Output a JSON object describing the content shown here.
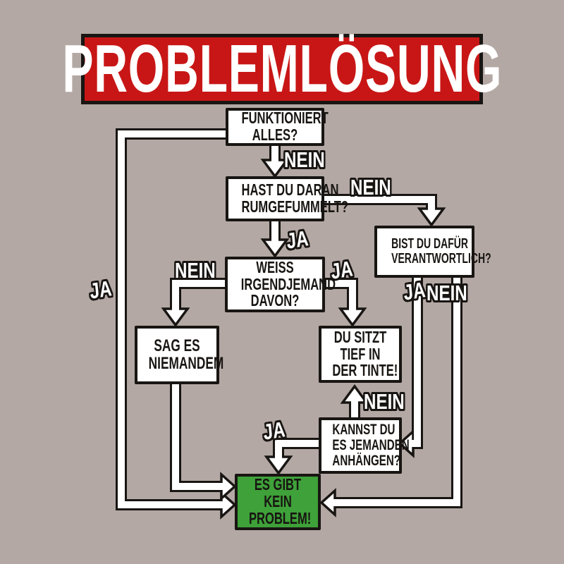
{
  "colors": {
    "background": "#b3a8a4",
    "banner_red": "#c81616",
    "outline_black": "#181512",
    "box_white": "#ffffff",
    "problem_green": "#3ea139",
    "label_text": "#ffffff"
  },
  "banner": {
    "title": "PROBLEMLÖSUNG"
  },
  "nodes": [
    {
      "id": "start",
      "lines": [
        "FUNKTIONIERT",
        "ALLES?"
      ]
    },
    {
      "id": "fumbled",
      "lines": [
        "HAST DU DARAN",
        "RUMGEFUMMELT?"
      ]
    },
    {
      "id": "responsible",
      "lines": [
        "BIST DU DAFÜR",
        "VERANTWORTLICH?"
      ]
    },
    {
      "id": "knows",
      "lines": [
        "WEISS",
        "IRGENDJEMAND",
        "DAVON?"
      ]
    },
    {
      "id": "tell_no_one",
      "lines": [
        "SAG ES",
        "NIEMANDEM"
      ]
    },
    {
      "id": "trouble",
      "lines": [
        "DU SITZT",
        "TIEF IN",
        "DER TINTE!"
      ]
    },
    {
      "id": "blame",
      "lines": [
        "KANNST DU",
        "ES JEMANDEN",
        "ANHÄNGEN?"
      ]
    },
    {
      "id": "no_problem",
      "lines": [
        "ES GIBT",
        "KEIN",
        "PROBLEM!"
      ]
    }
  ],
  "edge_labels": {
    "start_no": "NEIN",
    "start_yes": "JA",
    "fumbled_no": "NEIN",
    "fumbled_yes": "JA",
    "knows_no": "NEIN",
    "knows_yes": "JA",
    "responsible_yes": "JA",
    "responsible_no": "NEIN",
    "blame_no": "NEIN",
    "blame_yes": "JA"
  }
}
